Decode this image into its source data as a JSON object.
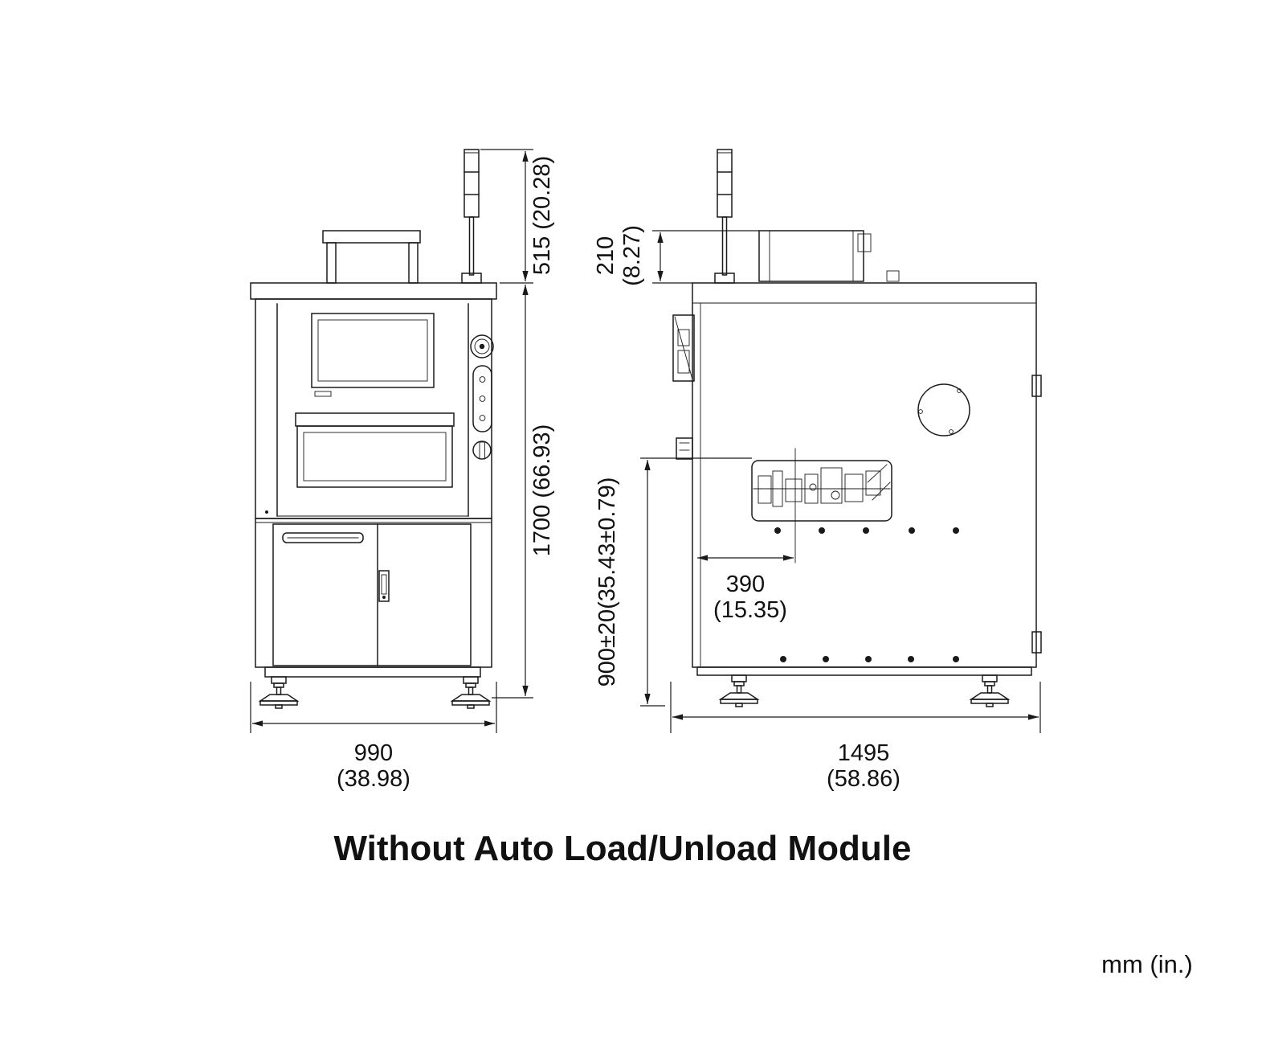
{
  "caption": "Without Auto Load/Unload Module",
  "units": "mm (in.)",
  "front": {
    "dim_top": "515 (20.28)",
    "dim_total": "1700 (66.93)",
    "width_mm": "990",
    "width_in": "(38.98)"
  },
  "side": {
    "top_mm": "210",
    "top_in": "(8.27)",
    "floor_height": "900±20(35.43±0.79)",
    "offset_mm": "390",
    "offset_in": "(15.35)",
    "depth_mm": "1495",
    "depth_in": "(58.86)"
  }
}
